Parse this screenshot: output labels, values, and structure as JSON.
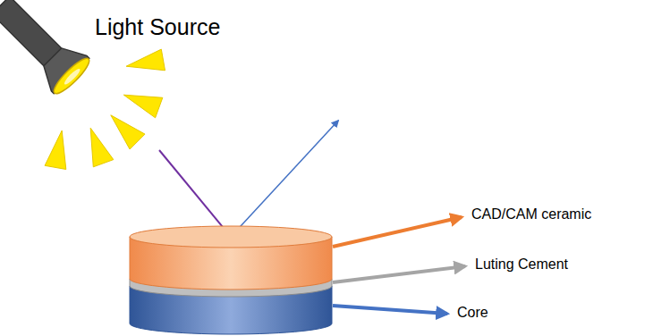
{
  "diagram": {
    "labels": [
      "Light Source",
      "CAD/CAM ceramic",
      "Luting Cement",
      "Core"
    ]
  }
}
